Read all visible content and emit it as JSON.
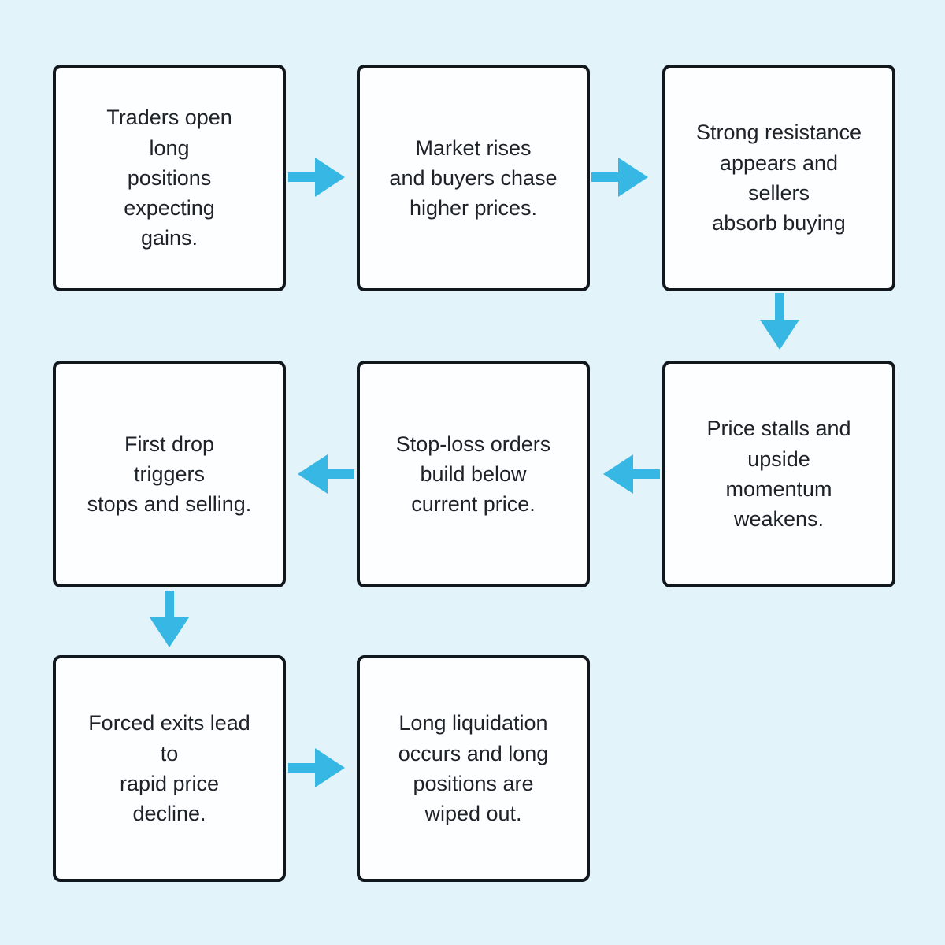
{
  "colors": {
    "background": "#e2f3fa",
    "box_fill": "#fdfeff",
    "box_border": "#10171d",
    "arrow": "#36b7e4",
    "text": "#1c2227"
  },
  "nodes": {
    "n1": {
      "text": "Traders open\nlong\npositions\nexpecting\ngains."
    },
    "n2": {
      "text": "Market rises\nand buyers chase\nhigher prices."
    },
    "n3": {
      "text": "Strong resistance\nappears and\nsellers\nabsorb buying"
    },
    "n4": {
      "text": "First drop\ntriggers\nstops and selling."
    },
    "n5": {
      "text": "Stop-loss orders\nbuild below\ncurrent price."
    },
    "n6": {
      "text": "Price stalls and\nupside\nmomentum\nweakens."
    },
    "n7": {
      "text": "Forced exits lead\nto\nrapid price\ndecline."
    },
    "n8": {
      "text": "Long liquidation\noccurs and long\npositions are\nwiped out."
    }
  },
  "flow": [
    {
      "from": "n1",
      "to": "n2",
      "direction": "right"
    },
    {
      "from": "n2",
      "to": "n3",
      "direction": "right"
    },
    {
      "from": "n3",
      "to": "n6",
      "direction": "down"
    },
    {
      "from": "n6",
      "to": "n5",
      "direction": "left"
    },
    {
      "from": "n5",
      "to": "n4",
      "direction": "left"
    },
    {
      "from": "n4",
      "to": "n7",
      "direction": "down"
    },
    {
      "from": "n7",
      "to": "n8",
      "direction": "right"
    }
  ]
}
